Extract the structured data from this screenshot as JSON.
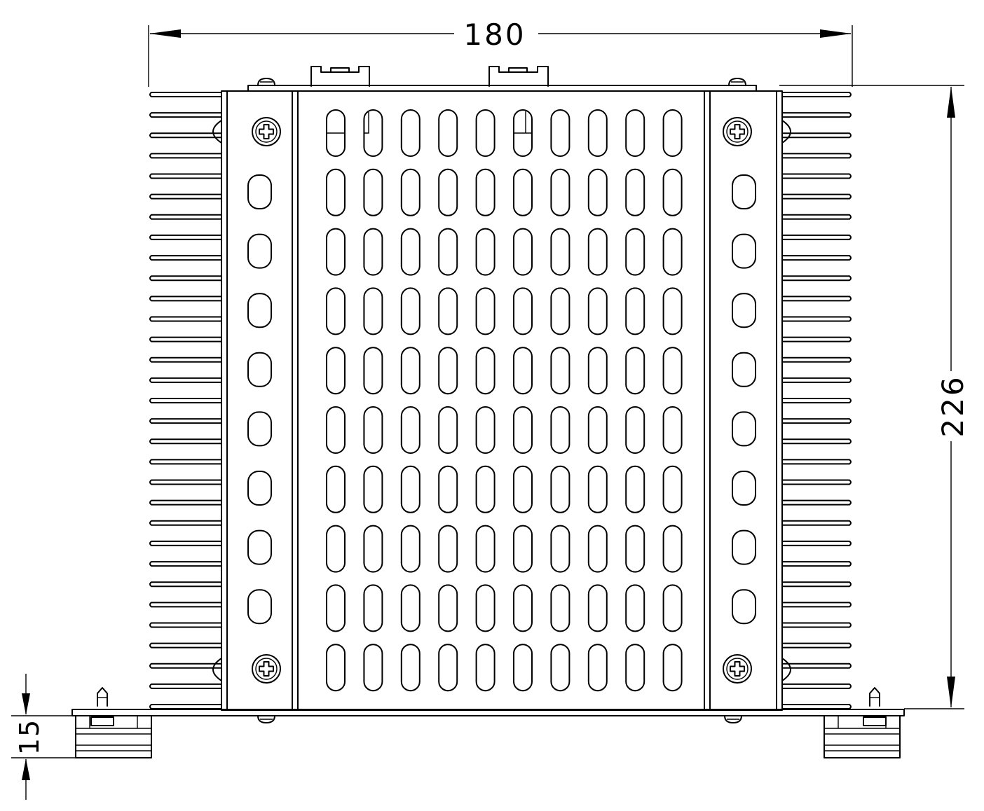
{
  "dimensions": {
    "width_label": "180",
    "height_label": "226",
    "foot_label": "15"
  },
  "colors": {
    "line": "#000000",
    "background": "#ffffff"
  },
  "features": {
    "vent_slots": {
      "columns": 10,
      "rows": 10
    },
    "side_holes_per_rail": 8,
    "screws_per_rail": 2,
    "heatsink_fins_per_side": 31
  },
  "icons": [
    "phillips-screw-icon",
    "terminal-clip-icon",
    "mounting-foot-icon",
    "standoff-pin-icon"
  ]
}
